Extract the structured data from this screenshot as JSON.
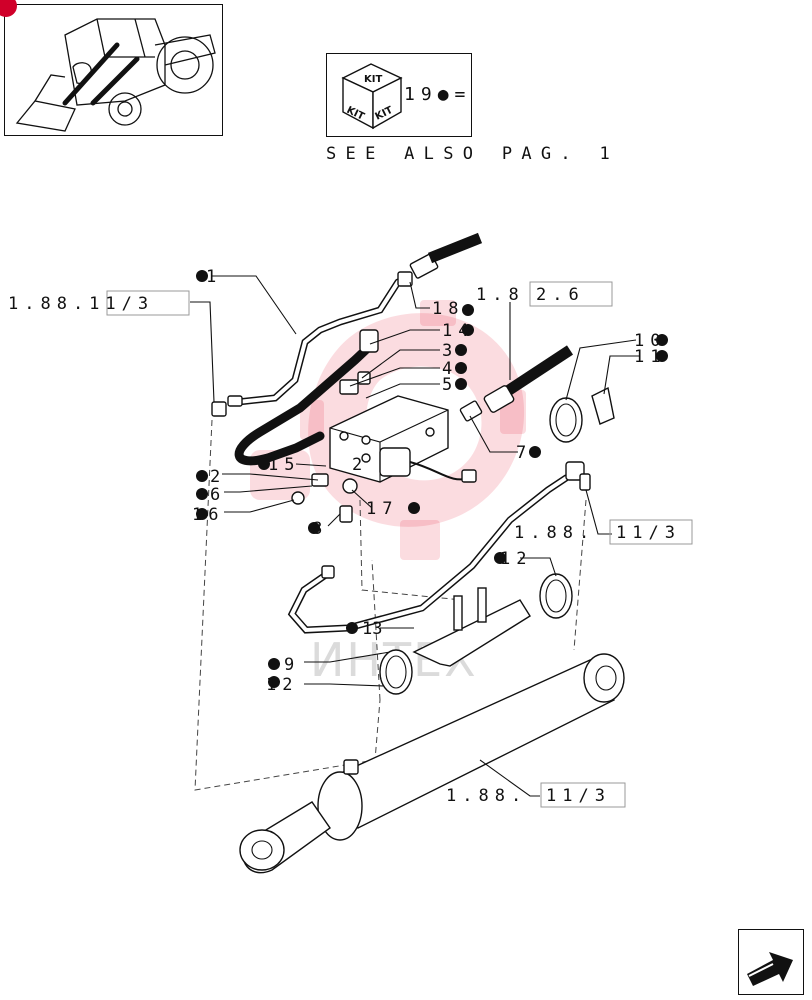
{
  "kit": {
    "label": "KIT",
    "number": "19"
  },
  "see_also": "SEE ALSO PAG. 1",
  "watermark": "ИНТЕХ",
  "references": {
    "ref_left": "1.88.11/3",
    "ref_top_prefix": "1.8",
    "ref_top_boxed": "2.6",
    "ref_right_prefix": "1.88.",
    "ref_right_boxed": "11/3",
    "ref_bottom_prefix": "1.88.",
    "ref_bottom_boxed": "11/3"
  },
  "callouts": {
    "c1": "1",
    "c18": "18",
    "c14": "14",
    "c3": "3",
    "c4": "4",
    "c5a": "5",
    "c10": "10",
    "c11": "11",
    "c7a": "7",
    "c15": "15",
    "c2a": "2",
    "c2b": "2",
    "c6": "6",
    "c16": "16",
    "c8": "8",
    "c17": "17",
    "c12a": "12",
    "c13": "13",
    "c9": "9",
    "c12b": "12"
  },
  "colors": {
    "ink": "#111111",
    "watermark": "#e8243c",
    "badge": "#d0002a"
  },
  "icons": {
    "kit_box": "kit-box-icon",
    "tractor": "backhoe-tractor-thumbnail",
    "next_page": "next-page-arrow-icon"
  }
}
